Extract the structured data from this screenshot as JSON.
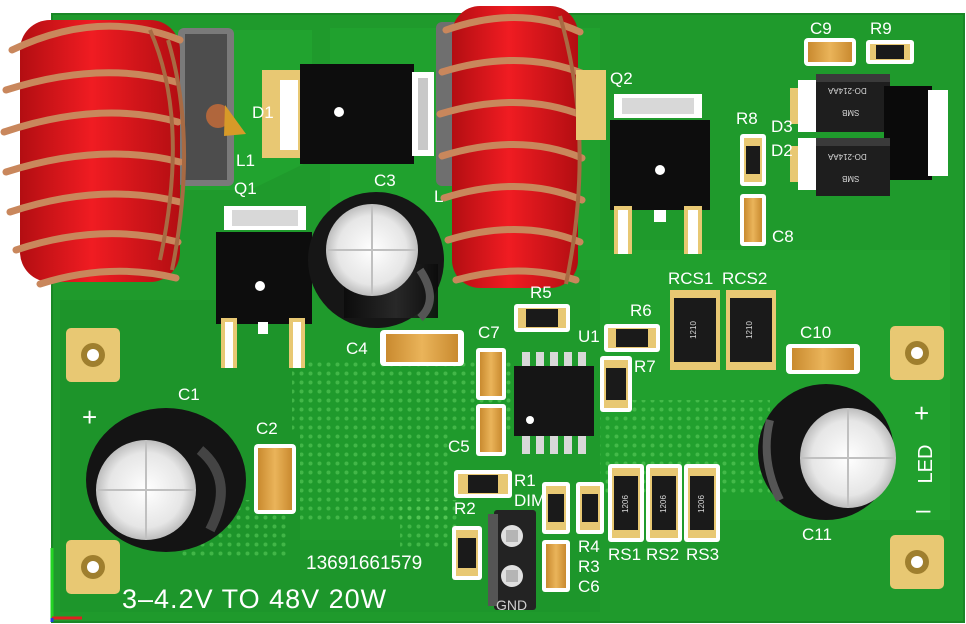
{
  "board": {
    "title": "3–4.2V TO 48V 20W",
    "phone": "13691661579",
    "colors": {
      "pcb": "#1f9a2c",
      "pcb_dark": "#178223",
      "pad": "#e8c873",
      "silk": "#ffffff",
      "core": "#e0141a",
      "copper": "#c9875c"
    }
  },
  "labels": {
    "d1": "D1",
    "l1": "L1",
    "q1": "Q1",
    "c3": "C3",
    "l2": "L",
    "q2": "Q2",
    "c9": "C9",
    "r9": "R9",
    "r8": "R8",
    "d3": "D3",
    "d2": "D2",
    "c8": "C8",
    "rcs1": "RCS1",
    "rcs2": "RCS2",
    "r5": "R5",
    "r6": "R6",
    "c7": "C7",
    "u1": "U1",
    "c4": "C4",
    "r7": "R7",
    "c10": "C10",
    "c1": "C1",
    "c2": "C2",
    "c5": "C5",
    "r1": "R1",
    "dim": "DIM",
    "r2": "R2",
    "r4": "R4",
    "r3": "R3",
    "c6": "C6",
    "rs1": "RS1",
    "rs2": "RS2",
    "rs3": "RS3",
    "c11": "C11",
    "gnd": "GND",
    "plus_left": "+",
    "plus_right": "+",
    "minus_right": "–",
    "led": "LED"
  },
  "markings": {
    "r1210_a": "1210",
    "r1210_b": "1210",
    "r1206_a": "1206",
    "r1206_b": "1206",
    "r1206_c": "1206",
    "diode_a": "SMB",
    "diode_b": "SMB",
    "diode_code_a": "DO-214AA",
    "diode_code_b": "DO-214AA"
  }
}
